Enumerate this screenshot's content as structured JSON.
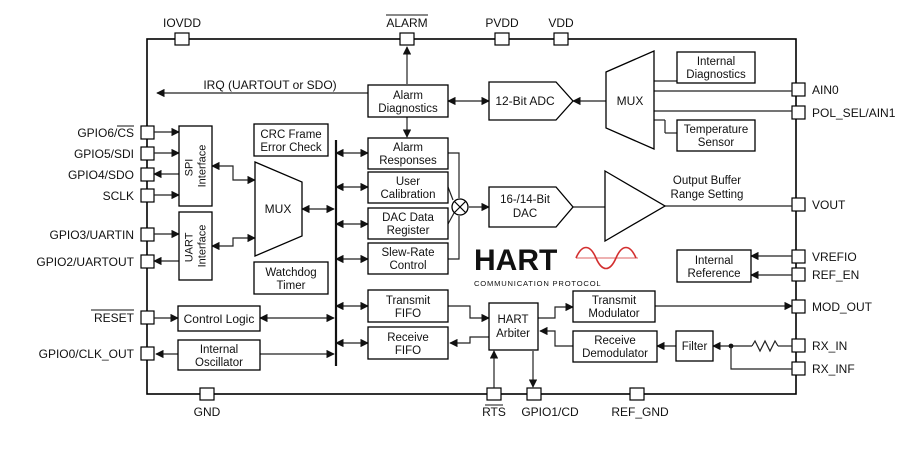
{
  "pins": {
    "top": [
      "IOVDD",
      "ALARM",
      "PVDD",
      "VDD"
    ],
    "left": [
      "GPIO6/CS",
      "GPIO5/SDI",
      "GPIO4/SDO",
      "SCLK",
      "GPIO3/UARTIN",
      "GPIO2/UARTOUT",
      "RESET",
      "GPIO0/CLK_OUT"
    ],
    "right": [
      "AIN0",
      "POL_SEL/AIN1",
      "VOUT",
      "VREFIO",
      "REF_EN",
      "MOD_OUT",
      "RX_IN",
      "RX_INF"
    ],
    "bottom": [
      "GND",
      "RTS",
      "GPIO1/CD",
      "REF_GND"
    ]
  },
  "irq_label": "IRQ (UARTOUT or SDO)",
  "blocks": {
    "spi": [
      "SPI",
      "Interface"
    ],
    "uart": [
      "UART",
      "Interface"
    ],
    "mux_left": "MUX",
    "crc": [
      "CRC Frame",
      "Error Check"
    ],
    "watchdog": [
      "Watchdog",
      "Timer"
    ],
    "control_logic": "Control Logic",
    "oscillator": [
      "Internal",
      "Oscillator"
    ],
    "alarm_diag": [
      "Alarm",
      "Diagnostics"
    ],
    "alarm_resp": [
      "Alarm",
      "Responses"
    ],
    "user_cal": [
      "User",
      "Calibration"
    ],
    "dac_reg": [
      "DAC Data",
      "Register"
    ],
    "slew": [
      "Slew-Rate",
      "Control"
    ],
    "tx_fifo": [
      "Transmit",
      "FIFO"
    ],
    "rx_fifo": [
      "Receive",
      "FIFO"
    ],
    "adc": "12-Bit ADC",
    "dac": [
      "16-/14-Bit",
      "DAC"
    ],
    "mux_right": "MUX",
    "int_diag": [
      "Internal",
      "Diagnostics"
    ],
    "temp": [
      "Temperature",
      "Sensor"
    ],
    "out_buffer_label": [
      "Output Buffer",
      "Range Setting"
    ],
    "int_ref": [
      "Internal",
      "Reference"
    ],
    "hart_arbiter": [
      "HART",
      "Arbiter"
    ],
    "tx_mod": [
      "Transmit",
      "Modulator"
    ],
    "rx_demod": [
      "Receive",
      "Demodulator"
    ],
    "filter": "Filter"
  },
  "logo": {
    "text": "HART",
    "subtitle": "COMMUNICATION PROTOCOL",
    "color": "#d32f2f"
  }
}
